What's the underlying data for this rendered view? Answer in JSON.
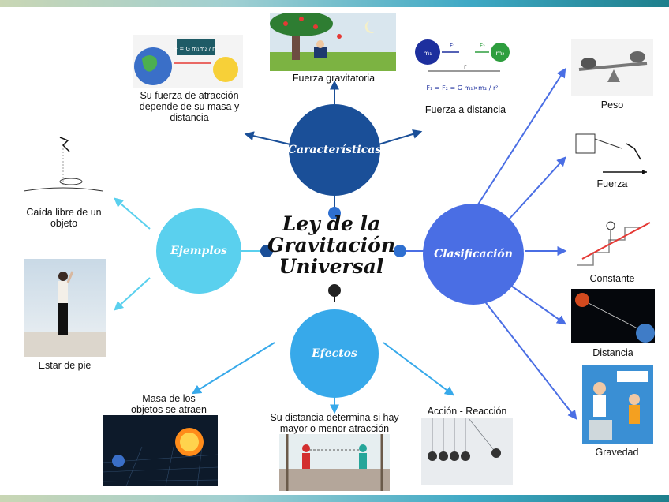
{
  "title": "Ley de la Gravitación Universal",
  "nodes": {
    "caracteristicas": "Características",
    "ejemplos": "Ejemplos",
    "clasificacion": "Clasificación",
    "efectos": "Efectos"
  },
  "labels": {
    "fuerza_gravitatoria": "Fuerza gravitatoria",
    "fuerza_distancia": "Fuerza a distancia",
    "su_fuerza": "Su fuerza de atracción depende de su masa y distancia",
    "caida_libre": "Caída libre de un objeto",
    "estar_de_pie": "Estar de pie",
    "masa_objetos": "Masa de los objetos se atraen",
    "su_distancia": "Su distancia determina si hay mayor o menor atracción",
    "accion_reaccion": "Acción - Reacción",
    "peso": "Peso",
    "fuerza": "Fuerza",
    "constante": "Constante",
    "distancia": "Distancia",
    "gravedad": "Gravedad"
  },
  "formulas": {
    "m1": "m₁",
    "m2": "m₂",
    "f1": "F₁",
    "f2": "F₂",
    "r": "r",
    "newton": "F₁ = F₂ = G m₁×m₂ / r²",
    "small": "F = G m₁m₂ / r²"
  },
  "colors": {
    "caracteristicas": "#1a4f98",
    "ejemplos": "#5ad0ee",
    "clasificacion": "#4a6ee4",
    "efectos": "#37a9ea"
  }
}
